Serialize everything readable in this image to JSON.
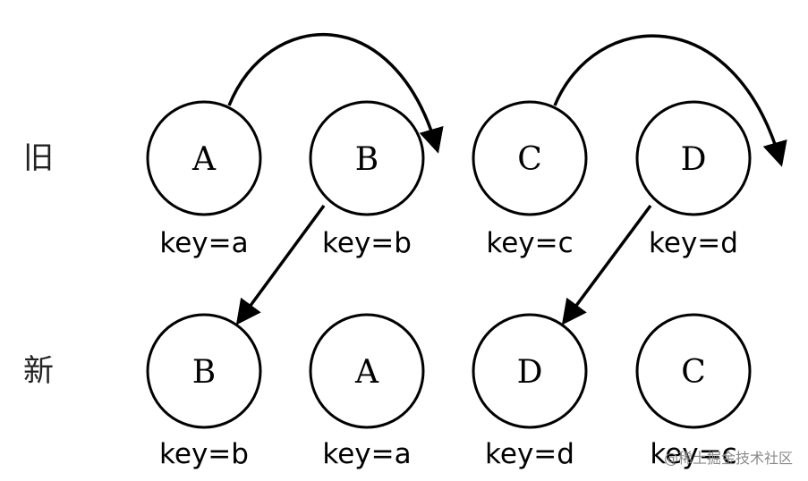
{
  "rows": {
    "old": {
      "label": "旧",
      "nodes": [
        {
          "letter": "A",
          "key": "key=a"
        },
        {
          "letter": "B",
          "key": "key=b"
        },
        {
          "letter": "C",
          "key": "key=c"
        },
        {
          "letter": "D",
          "key": "key=d"
        }
      ]
    },
    "new": {
      "label": "新",
      "nodes": [
        {
          "letter": "B",
          "key": "key=b"
        },
        {
          "letter": "A",
          "key": "key=a"
        },
        {
          "letter": "D",
          "key": "key=d"
        },
        {
          "letter": "C",
          "key": "key=c"
        }
      ]
    }
  },
  "watermark": "@稀土掘金技术社区"
}
